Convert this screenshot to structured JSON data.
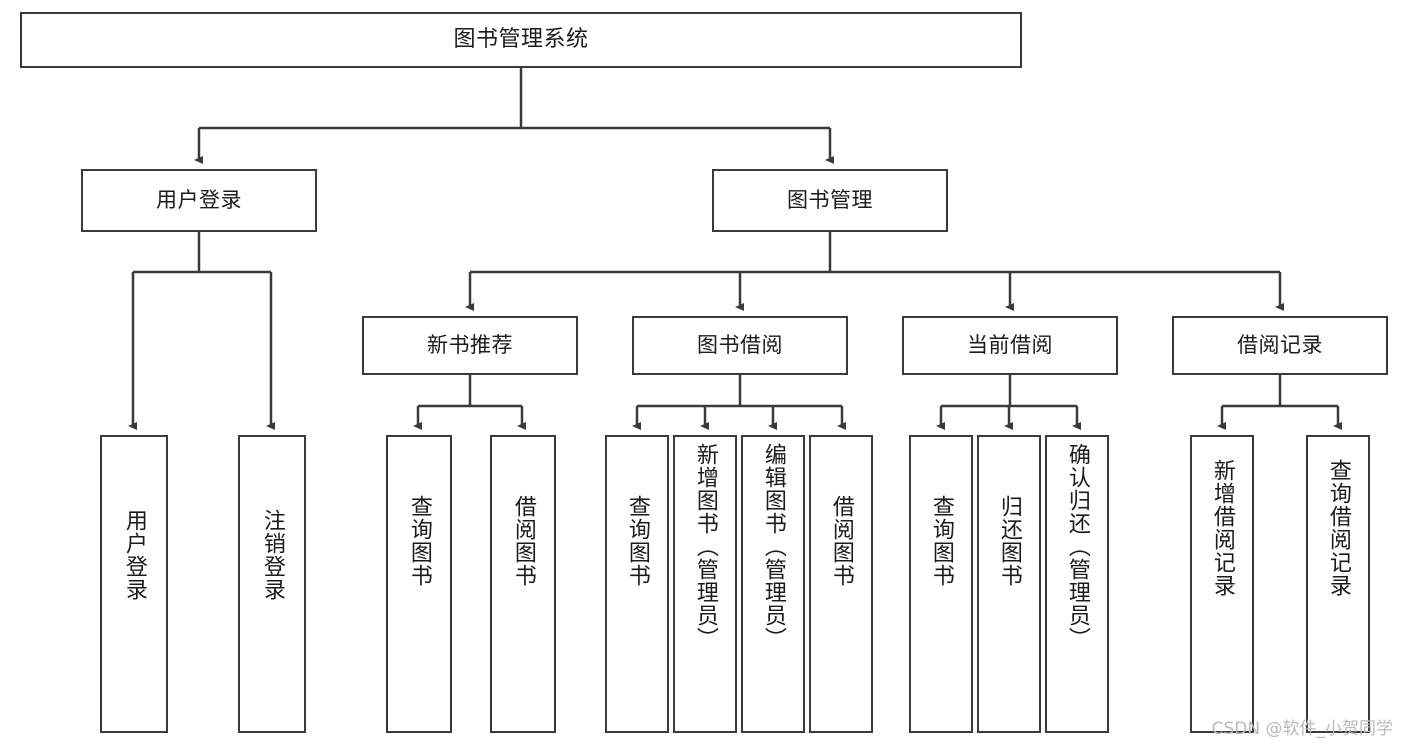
{
  "diagram": {
    "title": "图书管理系统",
    "type": "hierarchy-tree",
    "watermark": "CSDN @软件_小贺同学",
    "colors": {
      "box_border": "#3a3a3a",
      "box_fill": "#ffffff",
      "edge": "#3a3a3a",
      "text": "#1b1b1b",
      "watermark": "#b9b9b9",
      "background": "#ffffff"
    },
    "nodes": {
      "root": {
        "label": "图书管理系统"
      },
      "level2": [
        {
          "label": "用户登录"
        },
        {
          "label": "图书管理"
        }
      ],
      "level3": [
        {
          "label": "新书推荐"
        },
        {
          "label": "图书借阅"
        },
        {
          "label": "当前借阅"
        },
        {
          "label": "借阅记录"
        }
      ],
      "leaves": {
        "user_login": [
          {
            "label": "用户登录"
          },
          {
            "label": "注销登录"
          }
        ],
        "new_book_recommend": [
          {
            "label": "查询图书"
          },
          {
            "label": "借阅图书"
          }
        ],
        "book_borrow": [
          {
            "label": "查询图书"
          },
          {
            "label": "新增图书（管理员）"
          },
          {
            "label": "编辑图书（管理员）"
          },
          {
            "label": "借阅图书"
          }
        ],
        "current_borrow": [
          {
            "label": "查询图书"
          },
          {
            "label": "归还图书"
          },
          {
            "label": "确认归还（管理员）"
          }
        ],
        "borrow_records": [
          {
            "label": "新增借阅记录"
          },
          {
            "label": "查询借阅记录"
          }
        ]
      }
    }
  }
}
